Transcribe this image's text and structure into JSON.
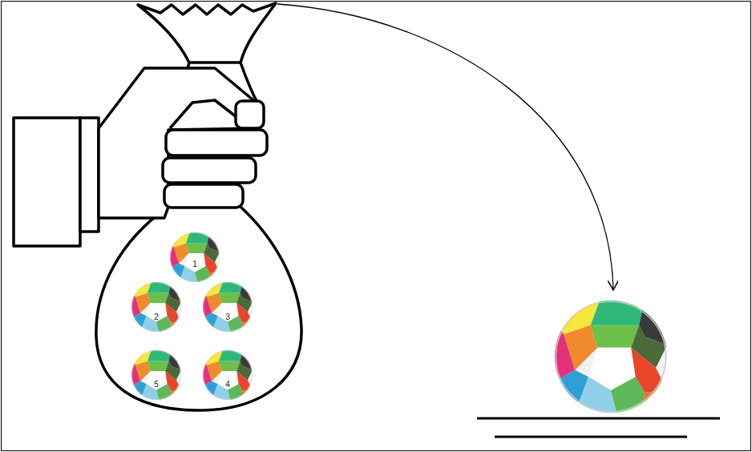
{
  "diagram": {
    "labels": [
      "1",
      "2",
      "3",
      "5",
      "4"
    ]
  }
}
